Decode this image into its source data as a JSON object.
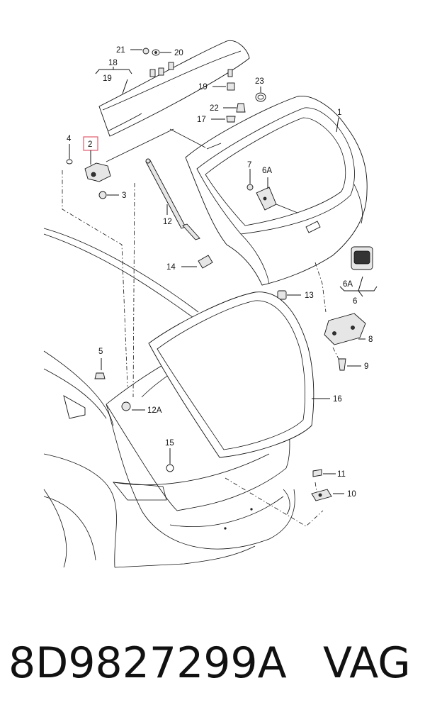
{
  "labels": {
    "l1": "1",
    "l2": "2",
    "l3": "3",
    "l4": "4",
    "l5": "5",
    "l6": "6",
    "l6a_top": "6A",
    "l6a_bot": "6A",
    "l7": "7",
    "l8": "8",
    "l9": "9",
    "l10": "10",
    "l11": "11",
    "l12": "12",
    "l12a": "12A",
    "l13": "13",
    "l14": "14",
    "l15": "15",
    "l16": "16",
    "l17": "17",
    "l18": "18",
    "l19": "19",
    "l19b": "19",
    "l20": "20",
    "l21": "21",
    "l22": "22",
    "l23": "23"
  },
  "highlight_color": "#e05a6a",
  "footer": {
    "part_number": "8D9827299A",
    "brand": "VAG"
  }
}
